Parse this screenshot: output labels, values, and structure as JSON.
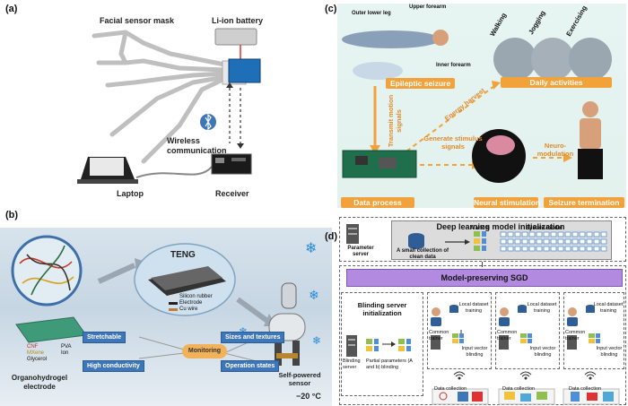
{
  "panels": {
    "a": {
      "letter": "(a)",
      "labels": {
        "mask": "Facial sensor mask",
        "battery": "Li-ion battery",
        "wireless": "Wireless communication",
        "laptop": "Laptop",
        "receiver": "Receiver"
      }
    },
    "b": {
      "letter": "(b)",
      "labels": {
        "teng": "TENG",
        "silicon": "Silicon rubber",
        "electrode": "Electrode",
        "cuwire": "Cu wire",
        "cnf": "CNF",
        "mxene": "MXene",
        "glycerol": "Glycerol",
        "pva": "PVA",
        "ion": "Ion",
        "organo": "Organohydrogel electrode",
        "stretchable": "Stretchable",
        "conductivity": "High conductivity",
        "monitoring": "Monitoring",
        "sizes": "Sizes and textures",
        "operation": "Operation states",
        "selfpowered": "Self-powered sensor",
        "temp": "−20 °C"
      }
    },
    "c": {
      "letter": "(c)",
      "labels": {
        "outer_leg": "Outer lower leg",
        "upper_forearm": "Upper forearm",
        "inner_forearm": "Inner forearm",
        "epileptic": "Epileptic seizure",
        "walking": "Walking",
        "jogging": "Jogging",
        "exercising": "Exercising",
        "daily": "Daily activities",
        "transmit": "Transmit motion signals",
        "energy": "Energy harvest",
        "generate": "Generate stimulus signals",
        "neuromod": "Neuro-modulation",
        "data_process": "Data process",
        "neural": "Neural stimulation",
        "seizure_term": "Seizure termination"
      }
    },
    "d": {
      "letter": "(d)",
      "labels": {
        "deep": "Deep learning model initialization",
        "param_server": "Parameter server",
        "small_collection": "A small collection of clean data",
        "a_and_b": "A and b",
        "system_model": "System model",
        "sgd": "Model-preserving SGD",
        "blinding_init": "Blinding server initialization",
        "blinding_server": "Blinding server",
        "partial": "Partial parameters (A and b) blinding",
        "local_training": "Local dataset training",
        "common_trainer": "Common trainer",
        "input_blinding": "Input vector blinding",
        "data_collection": "Data collection"
      }
    }
  },
  "colors": {
    "orange": "#f2a23a",
    "blue_bar": "#3f76b8",
    "sgd_purple": "#b28be0",
    "dash": "#666666"
  }
}
